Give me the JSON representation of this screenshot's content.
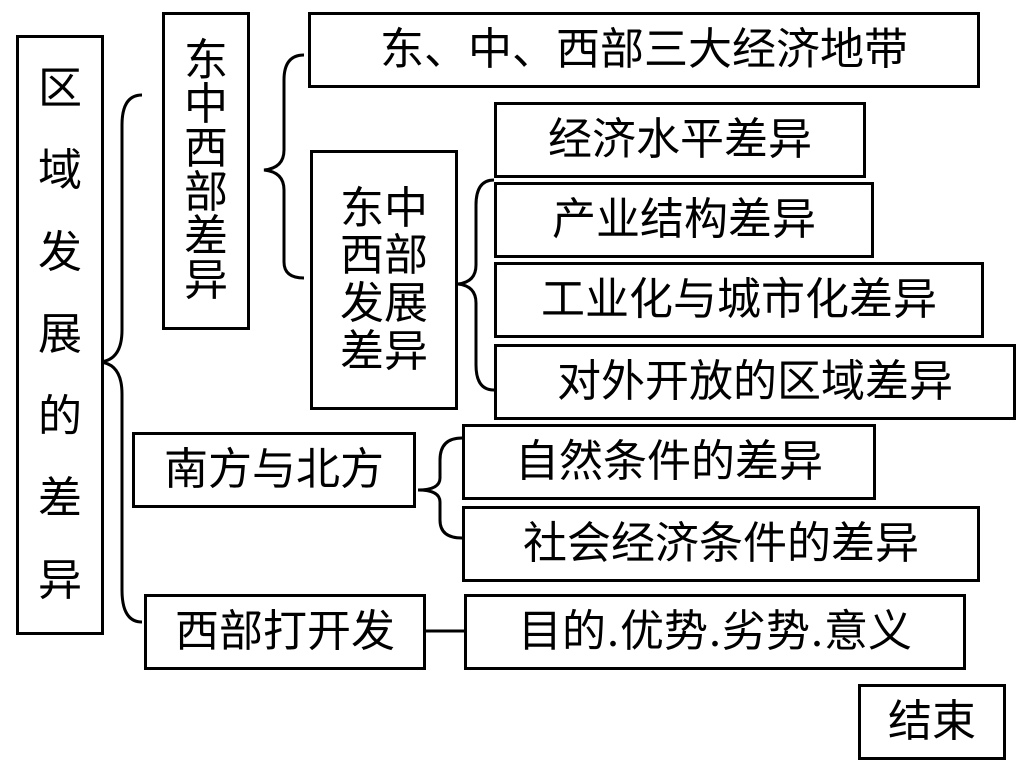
{
  "root": {
    "chars": [
      "区",
      "域",
      "发",
      "展",
      "的",
      "差",
      "异"
    ]
  },
  "east_mid_west_diff": {
    "chars": [
      "东",
      "中",
      "西",
      "部",
      "差",
      "异"
    ]
  },
  "three_zones": "东、中、西部三大经济地带",
  "dev_diff": {
    "lines": [
      "东中",
      "西部",
      "发展",
      "差异"
    ]
  },
  "dev_items": [
    "经济水平差异",
    "产业结构差异",
    "工业化与城市化差异",
    "对外开放的区域差异"
  ],
  "south_north": "南方与北方",
  "south_north_items": [
    "自然条件的差异",
    "社会经济条件的差异"
  ],
  "west_dev": "西部打开发",
  "west_dev_item": "目的.优势.劣势.意义",
  "end_button": "结束"
}
